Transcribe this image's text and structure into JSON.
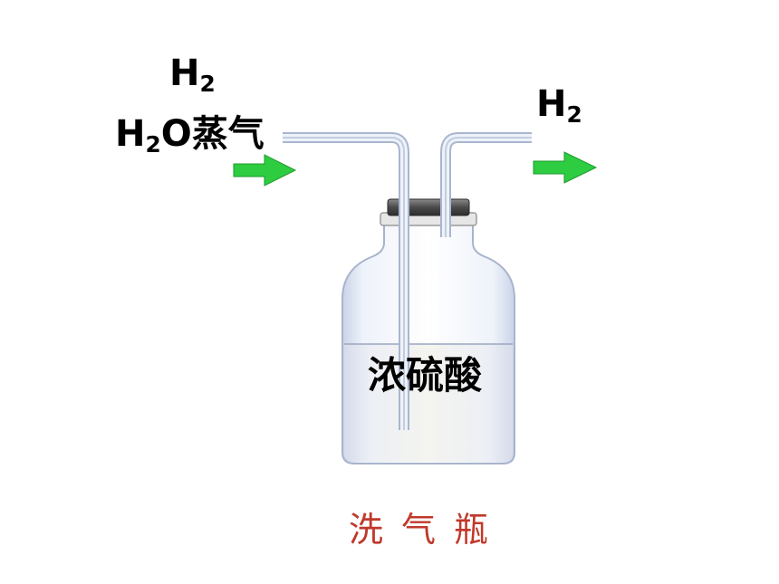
{
  "inlet": {
    "gas_1": "H",
    "gas_1_sub": "2",
    "gas_2_prefix": "H",
    "gas_2_sub": "2",
    "gas_2_suffix": "O蒸气"
  },
  "outlet": {
    "gas": "H",
    "gas_sub": "2"
  },
  "bottle": {
    "liquid": "浓硫酸"
  },
  "caption": "洗气瓶",
  "colors": {
    "arrow": "#2ecc40",
    "caption": "#c0392b",
    "tube": "#c9d4e6",
    "cap": "#555555"
  },
  "icons": [
    "inlet-arrow-icon",
    "outlet-arrow-icon"
  ]
}
